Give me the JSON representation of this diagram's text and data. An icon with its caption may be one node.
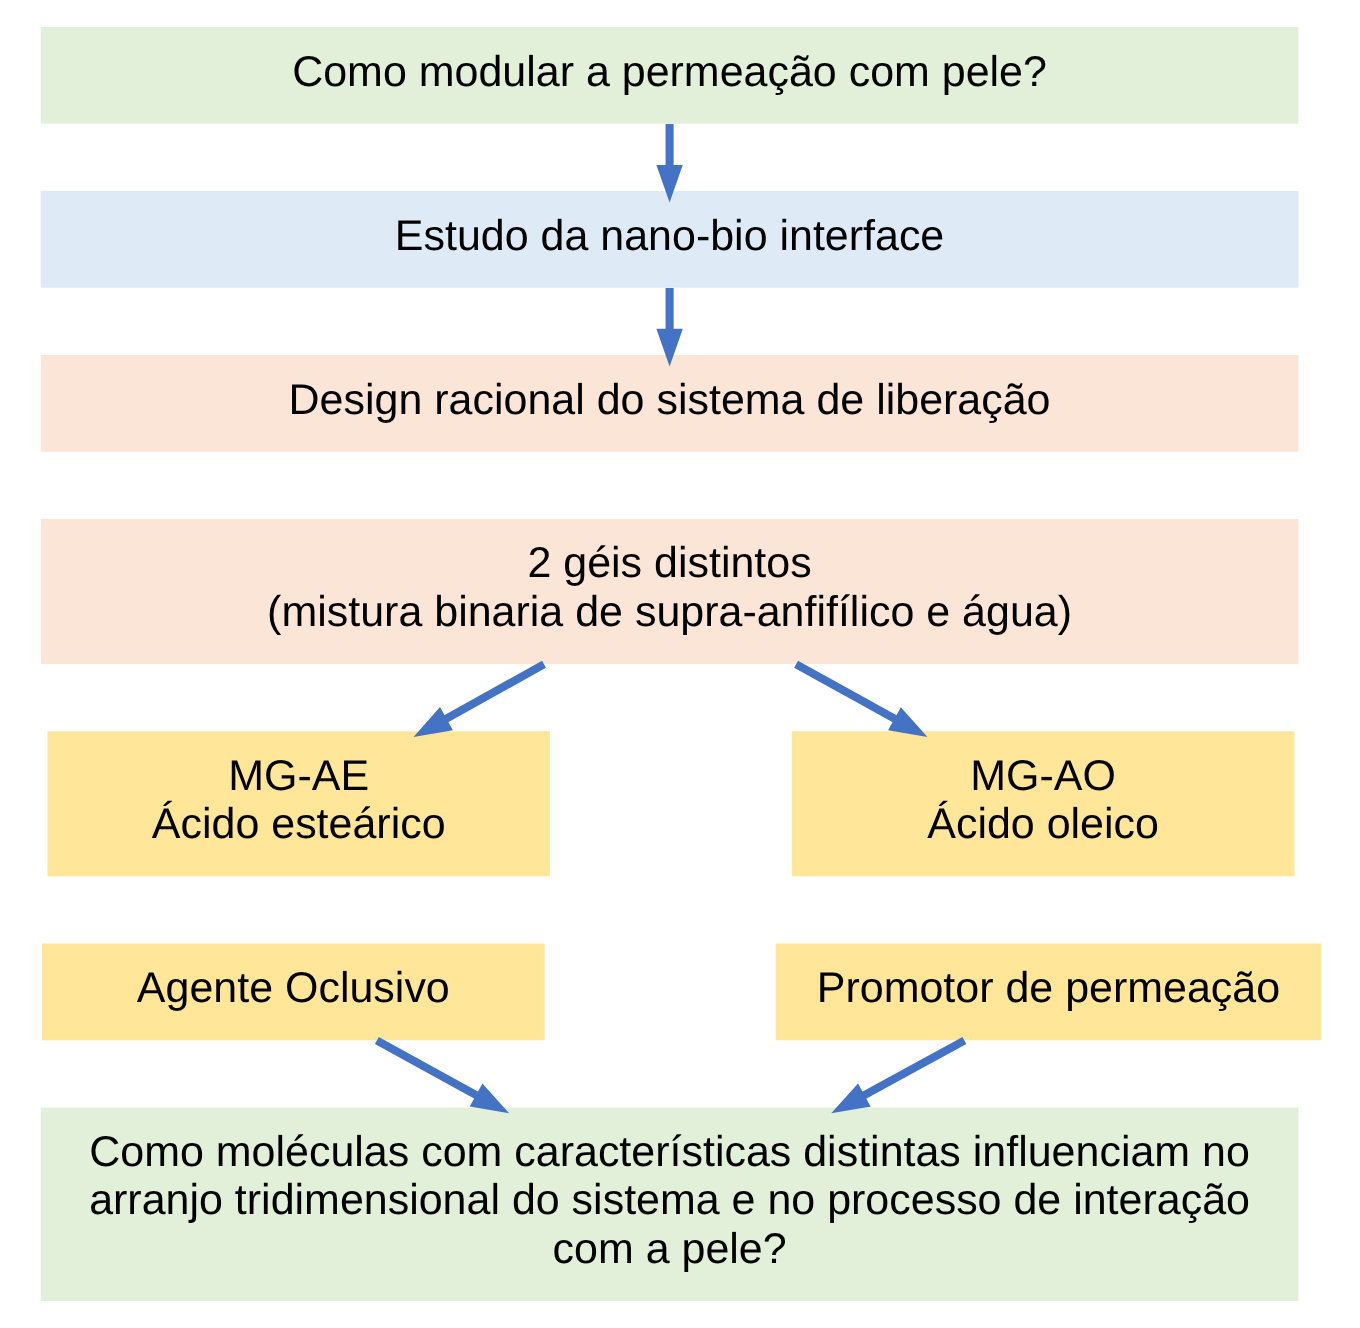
{
  "diagram": {
    "nodes": [
      {
        "text": [
          "Como modular a permeação com pele?"
        ]
      },
      {
        "text": [
          "Estudo da nano-bio interface"
        ]
      },
      {
        "text": [
          "Design racional do sistema de liberação"
        ]
      },
      {
        "text": [
          "2 géis distintos",
          "(mistura binaria de supra-anfifílico e água)"
        ]
      },
      {
        "text": [
          "MG-AE",
          "Ácido esteárico"
        ]
      },
      {
        "text": [
          "MG-AO",
          "Ácido oleico"
        ]
      },
      {
        "text": [
          "Agente Oclusivo"
        ]
      },
      {
        "text": [
          "Promotor de permeação"
        ]
      },
      {
        "text": [
          "Como moléculas com características distintas influenciam no arranjo tridimensional do sistema e no processo de interação com a pele?"
        ]
      }
    ],
    "edges": [
      {
        "from": 0,
        "to": 1,
        "arrow": "to"
      },
      {
        "from": 1,
        "to": 2,
        "arrow": "to"
      },
      {
        "from": 3,
        "to": 4,
        "arrow": "to"
      },
      {
        "from": 3,
        "to": 5,
        "arrow": "to"
      },
      {
        "from": 6,
        "to": 8,
        "arrow": "to"
      },
      {
        "from": 7,
        "to": 8,
        "arrow": "to"
      }
    ]
  }
}
